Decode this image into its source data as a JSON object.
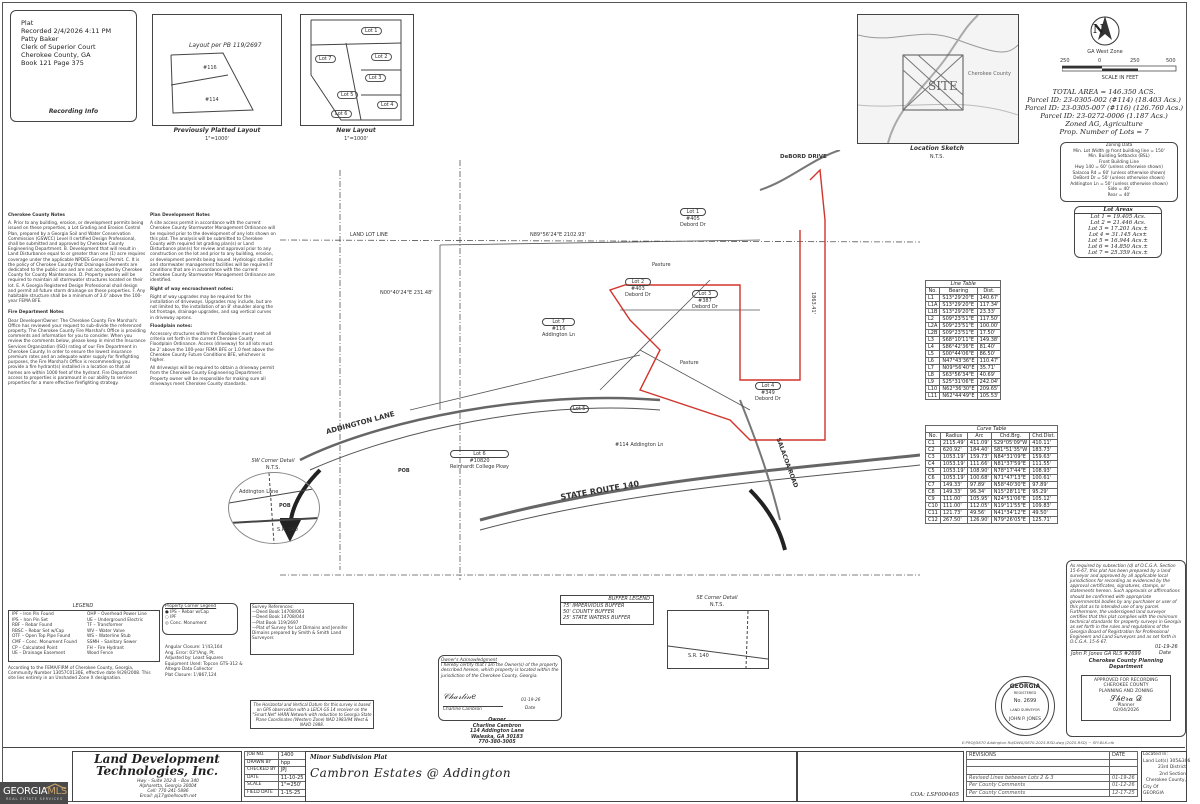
{
  "recording": {
    "lines": [
      "Plat",
      "Recorded 2/4/2026  4:11 PM",
      "Patty Baker",
      "Clerk of Superior Court",
      "Cherokee County, GA",
      "Book 121 Page 375"
    ],
    "section_label": "Recording Info"
  },
  "previous_layout": {
    "inner_label": "Layout per PB 119/2697",
    "parcels": [
      "#116",
      "#114"
    ],
    "title": "Previously Platted Layout",
    "scale": "1\"=1000'"
  },
  "new_layout": {
    "lots": [
      "Lot 1",
      "Lot 7",
      "Lot 2",
      "Lot 3",
      "Lot 4",
      "Lot 5",
      "Lot 6"
    ],
    "title": "New Layout",
    "scale": "1\"=1000'"
  },
  "location_sketch": {
    "site_label": "SITE",
    "county_label": "Cherokee County",
    "title": "Location Sketch",
    "scale": "N.T.S."
  },
  "north_arrow": {
    "letter": "N",
    "zone": "GA West Zone"
  },
  "scale_bar": {
    "ticks": [
      "250",
      "0",
      "250",
      "500"
    ],
    "label": "SCALE IN FEET"
  },
  "area_summary": [
    "TOTAL AREA = 146.350 ACS.",
    "Parcel ID: 23-0305-002 (#114) (18.403 Acs.)",
    "Parcel ID: 23-0305-007 (#116) (126.760 Acs.)",
    "Parcel ID: 23-0272-0006 (1.187 Acs.)",
    "Zoned AG, Agriculture",
    "Prop. Number of Lots = 7"
  ],
  "zoning_data": {
    "title": "Zoning Data",
    "lines": [
      "Min. Lot Width @ front building line = 150'",
      "Min. Building Setbacks (BSL)",
      "Front Building Line",
      "Hwy 140 = 60' (unless otherwise shown)",
      "Salacoa Rd = 60' (unless otherwise shown)",
      "DeBord Dr = 50' (unless otherwise shown)",
      "Addington Ln = 50' (unless otherwise shown)",
      "Side = 40'",
      "Rear = 40'"
    ]
  },
  "lot_areas": {
    "title": "Lot Areas",
    "rows": [
      "Lot 1  =  19.405  Acs.",
      "Lot 2  =  21.446  Acs.",
      "Lot 3  =  17.201  Acs.±",
      "Lot 4  =  31.145  Acs±",
      "Lot 5  =  16.944  Acs.±",
      "Lot 6  =  14.850  Acs.±",
      "Lot 7  =  25.359  Acs.±"
    ]
  },
  "line_table": {
    "title": "Line Table",
    "headers": [
      "No.",
      "Bearing",
      "Dist."
    ],
    "rows": [
      [
        "L1",
        "S13°29'20\"E",
        "140.67'"
      ],
      [
        "L1A",
        "S13°29'20\"E",
        "117.34'"
      ],
      [
        "L1B",
        "S13°29'20\"E",
        "23.33'"
      ],
      [
        "L2",
        "S09°23'51\"E",
        "117.50'"
      ],
      [
        "L2A",
        "S09°23'51\"E",
        "100.00'"
      ],
      [
        "L2B",
        "S09°23'51\"E",
        "17.50'"
      ],
      [
        "L3",
        "S68°10'11\"E",
        "149.38'"
      ],
      [
        "L4",
        "S86°42'36\"E",
        "81.40'"
      ],
      [
        "L5",
        "S00°44'06\"E",
        "86.50'"
      ],
      [
        "L6",
        "N47°43'36\"E",
        "110.47'"
      ],
      [
        "L7",
        "N09°56'40\"E",
        "35.71'"
      ],
      [
        "L8",
        "S63°56'34\"E",
        "40.69'"
      ],
      [
        "L9",
        "S25°31'06\"E",
        "242.04'"
      ],
      [
        "L10",
        "N62°36'30\"E",
        "209.65'"
      ],
      [
        "L11",
        "N62°44'49\"E",
        "105.53'"
      ]
    ]
  },
  "curve_table": {
    "title": "Curve Table",
    "headers": [
      "No.",
      "Radius",
      "Arc",
      "Chd.Brg.",
      "Chd.Dist."
    ],
    "rows": [
      [
        "C1",
        "2115.49'",
        "411.09'",
        "S29°05'09\"W",
        "410.11'"
      ],
      [
        "C2",
        "620.92'",
        "184.40'",
        "S81°51'35\"W",
        "183.73'"
      ],
      [
        "C3",
        "1053.19'",
        "159.73'",
        "N84°31'09\"E",
        "159.63'"
      ],
      [
        "C4",
        "1053.19'",
        "111.66'",
        "N81°37'59\"E",
        "111.55'"
      ],
      [
        "C5",
        "1053.19'",
        "108.90'",
        "N78°17'44\"E",
        "108.93'"
      ],
      [
        "C6",
        "1053.19'",
        "100.68'",
        "N71°47'13\"E",
        "100.61'"
      ],
      [
        "C7",
        "149.33'",
        "97.89'",
        "N58°40'30\"E",
        "97.89'"
      ],
      [
        "C8",
        "149.33'",
        "96.34'",
        "N15°28'11\"E",
        "95.29'"
      ],
      [
        "C9",
        "111.00'",
        "105.95'",
        "N24°51'06\"E",
        "105.12'"
      ],
      [
        "C10",
        "111.00'",
        "112.05'",
        "N19°11'55\"E",
        "109.83'"
      ],
      [
        "C11",
        "121.73'",
        "49.56'",
        "N41°34'12\"E",
        "49.50'"
      ],
      [
        "C12",
        "267.50'",
        "126.90'",
        "N79°26'05\"E",
        "125.71'"
      ]
    ]
  },
  "notes_left": {
    "county_title": "Cherokee County Notes",
    "county_text": "A. Prior to any building, erosion, or development permits being issued on these properties, a Lot Grading and Erosion Control Plan, prepared by a Georgia Soil and Water Conservation Commission (GSWCC) Level II certified Design Professional, shall be submitted and approved by Cherokee County Engineering Department. B. Development that will result in Land Disturbance equal to or greater than one (1) acre requires coverage under the applicable NPDES General Permit. C. It is the policy of Cherokee County that Drainage Easements are dedicated to the public use and are not accepted by Cherokee County for County Maintenance. D. Property owners will be required to maintain all stormwater structures located on their lot. E. A Georgia Registered Design Professional shall design and permit all future storm drainage on these properties. F. Any habitable structure shall be a minimum of 3.0' above the 100-year FEMA BFE.",
    "fire_title": "Fire Department Notes",
    "fire_text": "Dear Developer/Owner: The Cherokee County Fire Marshal's Office has reviewed your request to sub-divide the referenced property. The Cherokee County Fire Marshal's Office is providing comments and information for you to consider. When you review the comments below, please keep in mind the Insurance Services Organization (ISO) rating of our Fire Department in Cherokee County. In order to ensure the lowest insurance premium rates and an adequate water supply for firefighting purposes, the Fire Marshal's Office is recommending you provide a fire hydrant(s) installed in a location so that all homes are within 1000 feet of the hydrant. Fire Department access to properties is paramount in our ability to service properties for a more effective firefighting strategy."
  },
  "notes_plan": {
    "title": "Plan Development Notes",
    "text": "A site access permit in accordance with the current Cherokee County Stormwater Management Ordinance will be required prior to the development of any lots shown on this plat. The analysis will be submitted to Cherokee County with required lot grading plan(s) or Land Disturbance plan(s) for review and approval prior to any construction on the lot and prior to any building, erosion, or development permits being issued. Hydrologic studies and stormwater management facilities will be required if conditions that are in accordance with the current Cherokee County Stormwater Management Ordinance are identified.",
    "row_title": "Right of way encroachment notes:",
    "row_text": "Right of way upgrades may be required for the installation of driveways. Upgrades may include, but are not limited to, the installation of an 8' shoulder along the lot frontage, drainage upgrades, and sag vertical curves in driveway aprons.",
    "flood_title": "Floodplain notes:",
    "flood_text": "Accessory structures within the floodplain must meet all criteria set forth in the current Cherokee County Floodplain Ordinance. Access (driveway) for all lots must be 2' above the 100-year FEMA BFE or 1.0 feet above the Cherokee County Future Conditions BFE, whichever is higher.",
    "driveway_text": "All driveways will be required to obtain a driveway permit from the Cherokee County Engineering Department. Property owner will be responsible for making sure all driveways meet Cherokee County standards."
  },
  "plat": {
    "roads": [
      "DeBORD DRIVE",
      "ADDINGTON LANE",
      "STATE ROUTE 140",
      "SALACOA ROAD"
    ],
    "lots": [
      {
        "label": "Lot 1",
        "address": "#405",
        "street": "Debord Dr"
      },
      {
        "label": "Lot 2",
        "address": "#403",
        "street": "Debord Dr"
      },
      {
        "label": "Lot 3",
        "address": "#387",
        "street": "Debord Dr"
      },
      {
        "label": "Lot 4",
        "address": "#349",
        "street": "Debord Dr"
      },
      {
        "label": "Lot 5",
        "address": "",
        "street": ""
      },
      {
        "label": "Lot 6",
        "address": "#10820",
        "street": "Reinhardt College Pkwy"
      },
      {
        "label": "Lot 7",
        "address": "#116",
        "street": "Addington Ln"
      }
    ],
    "other_labels": [
      "Pasture",
      "Pasture",
      "#114 Addington Ln",
      "POB",
      "LAND LOT LINE",
      "N89°56'24\"E  2102.93'",
      "N00°40'24\"E  231.48'",
      "1863.41'"
    ],
    "sw_detail": {
      "title": "SW Corner Detail",
      "scale": "N.T.S.",
      "road": "Addington Lane",
      "pob": "POB",
      "route": "S.R. 140"
    },
    "se_detail": {
      "title": "SE Corner Detail",
      "scale": "N.T.S.",
      "route": "S.R. 140"
    },
    "boundary_color": "#d0342c"
  },
  "buffer_legend": {
    "title": "BUFFER LEGEND",
    "rows": [
      "75' IMPERVIOUS BUFFER",
      "50' COUNTY BUFFER",
      "25' STATE WATERS BUFFER"
    ]
  },
  "legend": {
    "title": "LEGEND",
    "left": [
      "IPF – Iron Pin Found",
      "IPS – Iron Pin Set",
      "RBF – Rebar Found",
      "RBSC – Rebar Set w/Cap",
      "OTF – Open Top Pipe Found",
      "CMF – Conc. Monument Found",
      "CP – Calculated Point",
      "UE – Drainage Easement"
    ],
    "right": [
      "OHP – Overhead Power Line",
      "UE – Underground Electric",
      "TF – Transformer",
      "WV – Water Valve",
      "WS – Waterline Stub",
      "SSMH – Sanitary Sewer",
      "FH – Fire Hydrant",
      "Wood Fence"
    ]
  },
  "property_corner_legend": {
    "title": "Property Corner Legend",
    "rows": [
      "● IPS – Rebar w/Cap",
      "○ IPF",
      "◎ Conc. Monument"
    ]
  },
  "equipment": {
    "lines": [
      "Angular Closure: 1'/43,164",
      "Ang. Error: 03\"/Ang. Pt.",
      "Adjusted by: Least Squares",
      "Equipment Used: Topcon GTS-312 & Altegro Data Collector",
      "Plat Closure: 1'/867,124"
    ]
  },
  "survey_references": {
    "title": "Survey References:",
    "lines": [
      "—Deed Book 14708/063",
      "—Deed Book 14708/044",
      "—Plat Book 119/2697",
      "—Plat of Survey for Lot Dimains and Jennifer Dimains prepared by Smith & Smith Land Surveyors"
    ],
    "datum": "The Horizontal and Vertical Datum for this survey is based on GPS observation with a LEICA GS 14 receiver on the \"Smart Net\" HARN Network with reduction to Georgia State Plane Coordinates (Western Zone) NAD 1983/94 West & NAVD 1988."
  },
  "flood_note": "According to the FEMA/FIRM of Cherokee County, Georgia, Community Number 13057C0130E, effective date 9/29/2008. This site lies entirely in an Unshaded Zone X designation.",
  "owners_ack": {
    "title": "Owner's Acknowledgment",
    "text": "I hereby certify that I am the Owner(s) of the property described hereon, which property is located within the jurisdiction of the Cherokee County, Georgia.",
    "sig_name": "Charline Cambron",
    "date": "01-19-26",
    "date_label": "Date"
  },
  "owner": {
    "label": "Owner",
    "lines": [
      "Charline Cambron",
      "114 Addington Lane",
      "Waleska, GA 30183",
      "770-380-3005"
    ]
  },
  "surveyor_cert": {
    "text": "As required by subsection (d) of O.C.G.A. Section 15-6-67, this plat has been prepared by a land surveyor and approved by all applicable local jurisdictions for recording as evidenced by the approval certificates, signatures, stamps, or statements hereon. Such approvals or affirmations should be confirmed with appropriate governmental bodies by any purchaser or user of this plat as to intended use of any parcel. Furthermore, the undersigned land surveyor certifies that this plat complies with the minimum technical standards for property surveys in Georgia as set forth in the rules and regulations of the Georgia Board of Registration for Professional Engineers and Land Surveyors and as set forth in O.C.G.A. 15-6-67.",
    "signer": "John P. Jones  GA RLS #2699",
    "date": "01-19-26",
    "date_label": "Date",
    "department": "Cherokee County Planning Department"
  },
  "seal": {
    "top": "GEORGIA",
    "mid": "REGISTERED",
    "no": "No. 2699",
    "bottom": "JOHN P. JONES",
    "sub": "LAND SURVEYOR"
  },
  "approval_stamp": {
    "lines": [
      "APPROVED FOR RECORDING",
      "CHEROKEE COUNTY",
      "PLANNING AND ZONING"
    ],
    "role": "Planner",
    "date": "02/04/2026"
  },
  "file_path": "E:PROJ/5670 Addington Rd/DWG/5670-2025-RSD.dwg (2025-RSD) ~ SPI-BLK.ctb",
  "title_block": {
    "firm_line1": "Land Development",
    "firm_line2": "Technologies, Inc.",
    "address": [
      "Hwy – Suite 102-B – Box 340",
      "Alpharetta, Georgia 30004",
      "Cell: 770-241-5886",
      "Email: pj17@bellsouth.net"
    ],
    "job": [
      [
        "JOB NO.",
        "1400"
      ],
      [
        "DRAWN BY",
        "hpp"
      ],
      [
        "CHECKED BY",
        "JPJ"
      ],
      [
        "DATE",
        "11-10-25"
      ],
      [
        "SCALE",
        "1\"=250'"
      ],
      [
        "FIELD DATE",
        "1-15-25"
      ]
    ],
    "plat_type": "Minor Subdivision Plat",
    "project_name": "Cambron Estates @ Addington",
    "coa": "COA: LSF000405",
    "revisions_header": [
      "REVISIONS",
      "DATE"
    ],
    "revisions": [
      [
        "",
        ""
      ],
      [
        "",
        ""
      ],
      [
        "Revised Lines between Lots 2 & 3",
        "01-19-26"
      ],
      [
        "Per County Comments",
        "01-12-26"
      ],
      [
        "Per County Comments",
        "12-17-25"
      ]
    ],
    "location": [
      "Located In:",
      "Land Lot(s) 305&306",
      "23rd District",
      "2nd Section",
      "Cherokee County,",
      "City Of",
      "GEORGIA"
    ]
  },
  "watermark": {
    "brand": "GEORGIAMLS",
    "sub": "REAL ESTATE SERVICES"
  }
}
